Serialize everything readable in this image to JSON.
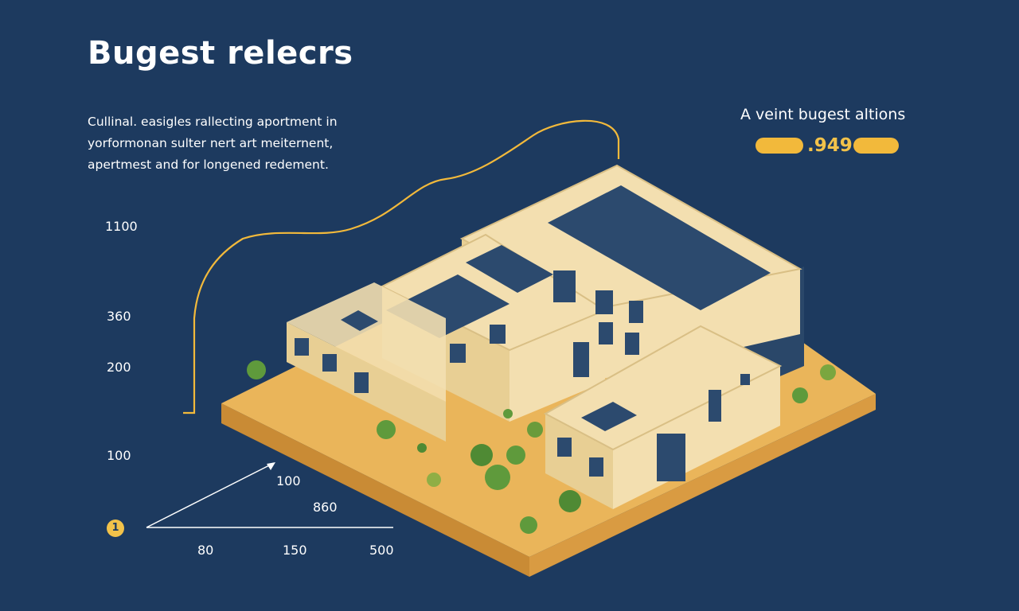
{
  "header": {
    "title": "Bugest relecrs"
  },
  "description": {
    "lines": [
      "Cullinal. easigles rallecting aportment in",
      "yorformonan sulter nert art meiternent,",
      "apertmest and for longened redement."
    ]
  },
  "badge": {
    "label": "A veint bugest altions",
    "value": ".949"
  },
  "axis": {
    "y_ticks": [
      "1100",
      "360",
      "200",
      "100"
    ],
    "x_ticks": [
      "80",
      "150",
      "500"
    ],
    "inner_labels": [
      "100",
      "860"
    ],
    "marker": "1"
  },
  "colors": {
    "background": "#1d3a5f",
    "accent": "#f2b93b",
    "ground": "#eab55a",
    "wall": "#f3dfb0",
    "roof": "#2c4a6e"
  }
}
